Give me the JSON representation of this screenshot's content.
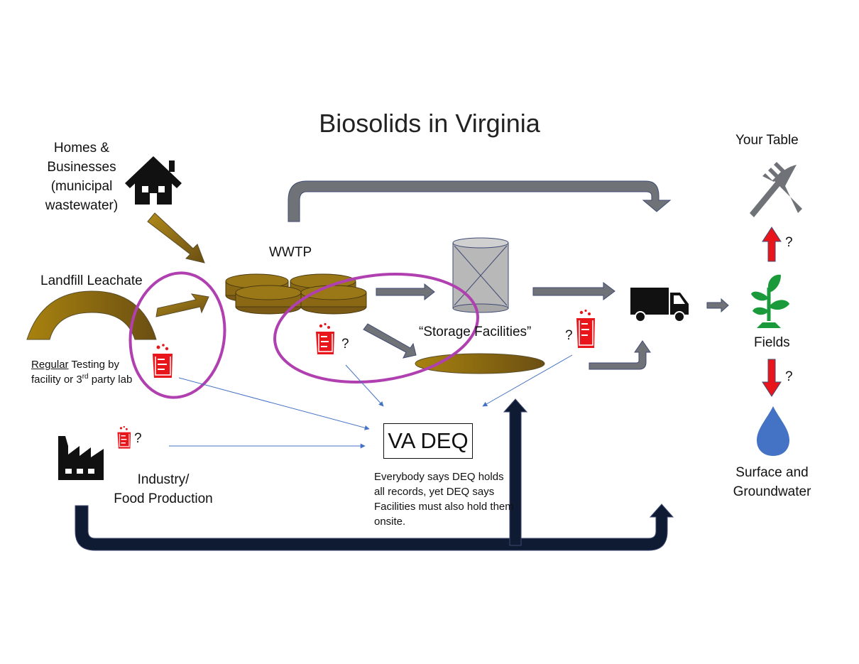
{
  "title": "Biosolids in Virginia",
  "sources": {
    "homes_lines": [
      "Homes &",
      "Businesses",
      "(municipal",
      "wastewater)"
    ],
    "landfill": "Landfill Leachate",
    "industry_lines": [
      "Industry/",
      "Food Production"
    ]
  },
  "testing_note": {
    "underlined": "Regular",
    "rest_line1": " Testing by",
    "line2_start": "facility or 3",
    "superscript": "rd",
    "line2_end": " party lab"
  },
  "treatment": {
    "wwtp": "WWTP",
    "storage": "“Storage Facilities”"
  },
  "regulator": {
    "name": "VA DEQ",
    "note": "Everybody says DEQ holds all records, yet DEQ says Facilities must also hold them onsite."
  },
  "destinations": {
    "your_table": "Your Table",
    "fields": "Fields",
    "water_lines": [
      "Surface and",
      "Groundwater"
    ]
  },
  "unknown_mark": "?",
  "icons": [
    "house-icon",
    "factory-icon",
    "truck-icon",
    "plant-icon",
    "fork-knife-icon",
    "water-drop-icon",
    "lab-beaker-icon",
    "storage-tank-icon"
  ],
  "colors": {
    "sludge": "#8B6914",
    "gray_arrow": "#6f7378",
    "navy_arrow": "#0f1a33",
    "highlight": "#b03fb0",
    "beaker": "#e8151b",
    "red_arrow": "#e8151b",
    "plant": "#1a9a3a",
    "water": "#4472c4",
    "thin_arrow": "#4472c4"
  }
}
